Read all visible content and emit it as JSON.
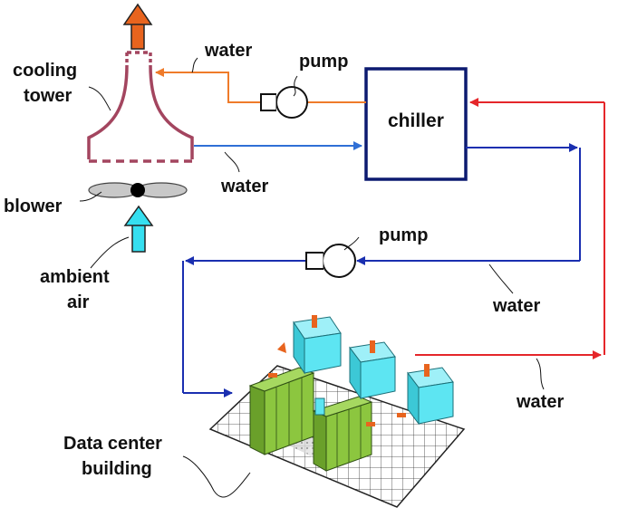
{
  "labels": {
    "cooling_tower_line1": "cooling",
    "cooling_tower_line2": "tower",
    "blower": "blower",
    "ambient_air_line1": "ambient",
    "ambient_air_line2": "air",
    "water_tower_supply": "water",
    "water_tower_return": "water",
    "pump_top": "pump",
    "pump_mid": "pump",
    "chiller": "chiller",
    "water_chilled": "water",
    "water_hot_return": "water",
    "data_center_line1": "Data center",
    "data_center_line2": "building"
  },
  "colors": {
    "warm_water": "#ef7b2a",
    "cool_water": "#2f6fd6",
    "chilled_loop": "#1a2fb0",
    "hot_loop": "#e5262a",
    "tower_outline": "#a3455f",
    "chiller_border": "#0c1a70",
    "exhaust_arrow": "#e8641e",
    "intake_arrow": "#35dff0",
    "server_rack": "#8cc63f",
    "crac_unit": "#5de5f2"
  }
}
